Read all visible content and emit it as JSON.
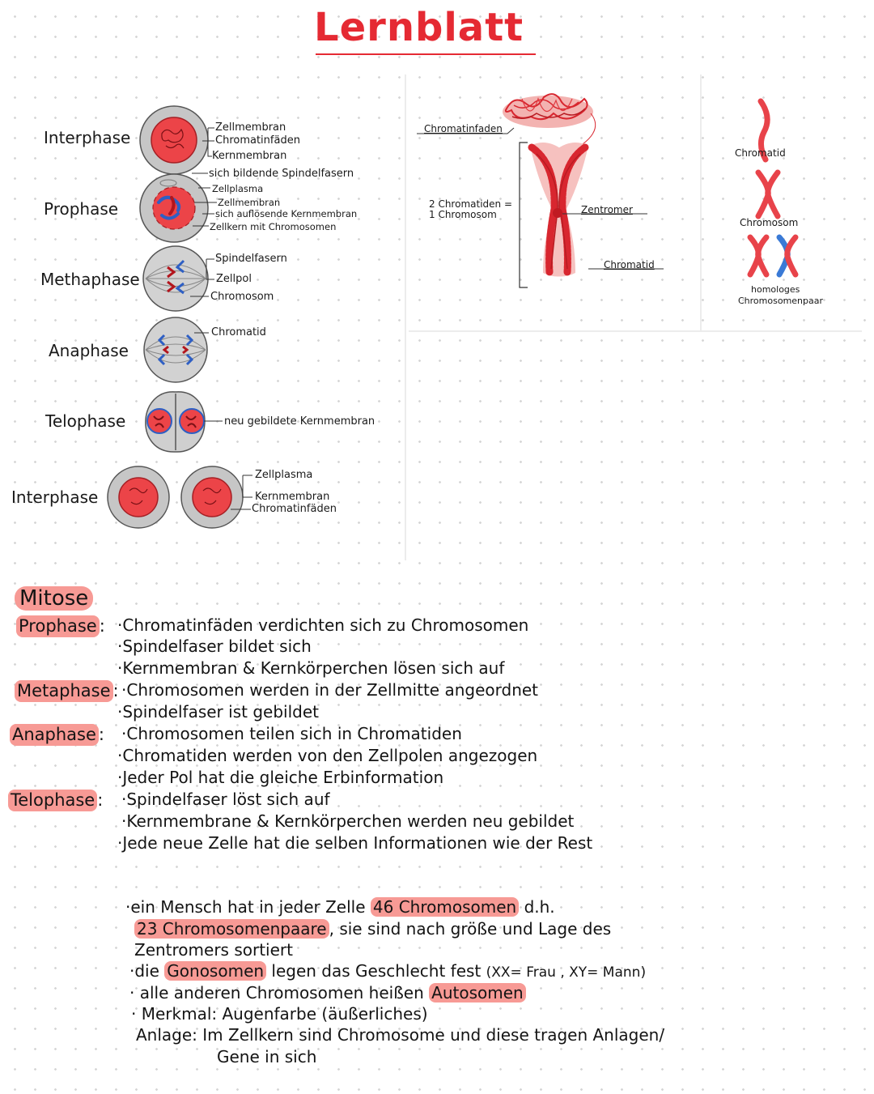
{
  "title": "Lernblatt",
  "cycle": {
    "phases": [
      "Interphase",
      "Prophase",
      "Methaphase",
      "Anaphase",
      "Telophase",
      "Interphase"
    ],
    "labels": {
      "interphase1": [
        "Zellmembran",
        "Chromatinfäden",
        "Kernmembran"
      ],
      "prophase": [
        "sich bildende Spindelfasern",
        "Zellplasma",
        "Zellmembran",
        "sich auflösende Kernmembran",
        "Zellkern mit Chromosomen"
      ],
      "metaphase": [
        "Spindelfasern",
        "Zellpol",
        "Chromosom"
      ],
      "anaphase": [
        "Chromatid"
      ],
      "telophase": [
        "neu gebildete Kernmembran"
      ],
      "interphase2": [
        "Zellplasma",
        "Kernmembran",
        "Chromatinfäden"
      ]
    }
  },
  "chromosome_diagram": {
    "chromatinfaden": "Chromatinfaden",
    "brace_label_1": "2 Chromatiden =",
    "brace_label_2": "1 Chromosom",
    "zentromer": "Zentromer",
    "chromatid": "Chromatid"
  },
  "legend": {
    "chromatid": "Chromatid",
    "chromosom": "Chromosom",
    "homologes_1": "homologes",
    "homologes_2": "Chromosomenpaar"
  },
  "mitose": {
    "heading": "Mitose",
    "sections": [
      {
        "phase": "Prophase",
        "sep": ":",
        "lines": [
          "·Chromatinfäden verdichten sich zu Chromosomen",
          "·Spindelfaser bildet sich",
          "·Kernmembran & Kernkörperchen lösen sich auf"
        ]
      },
      {
        "phase": "Metaphase",
        "sep": ":",
        "lines": [
          "·Chromosomen werden in der Zellmitte angeordnet",
          "·Spindelfaser ist gebildet"
        ]
      },
      {
        "phase": "Anaphase",
        "sep": ":",
        "lines": [
          "·Chromosomen teilen sich in Chromatiden",
          "·Chromatiden werden von den Zellpolen angezogen",
          "·Jeder Pol hat die gleiche Erbinformation"
        ]
      },
      {
        "phase": "Telophase",
        "sep": ":",
        "lines": [
          "·Spindelfaser löst sich auf",
          "·Kernmembrane & Kernkörperchen werden neu gebildet",
          "·Jede neue Zelle hat die selben Informationen wie der Rest"
        ]
      }
    ]
  },
  "facts": {
    "l1_a": "·ein Mensch hat in jeder Zelle",
    "l1_hl": "46 Chromosomen",
    "l1_b": "d.h.",
    "l2_hl": "23 Chromosomenpaare",
    "l2_b": ", sie sind nach größe und Lage des",
    "l3": "Zentromers sortiert",
    "l4_a": "·die",
    "l4_hl": "Gonosomen",
    "l4_b": "legen das Geschlecht fest",
    "l4_c": "(XX= Frau , XY= Mann)",
    "l5_a": "· alle anderen Chromosomen heißen",
    "l5_hl": "Autosomen",
    "l6": "· Merkmal: Augenfarbe (äußerliches)",
    "l7": "Anlage: Im Zellkern sind Chromosome und diese tragen Anlagen/",
    "l8": "Gene in sich"
  },
  "colors": {
    "accent": "#e52a33",
    "highlight": "#f79a95",
    "chromosome_blue": "#3a7ad6",
    "cell_grey": "#c4c4c4"
  }
}
